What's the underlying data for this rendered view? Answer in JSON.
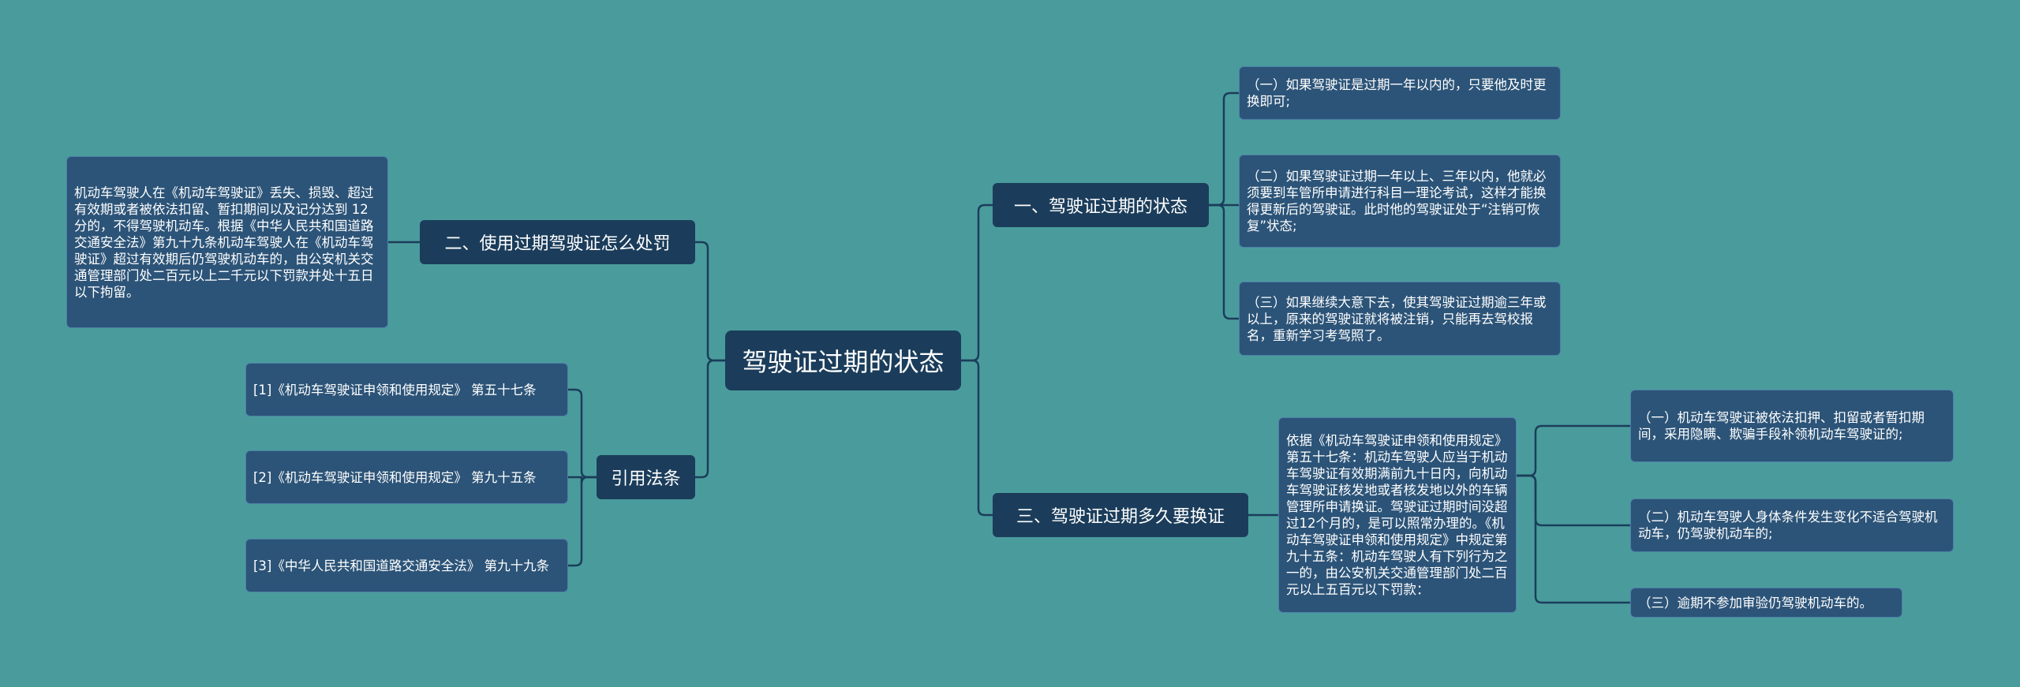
{
  "root": {
    "label": "驾驶证过期的状态"
  },
  "branches": {
    "b1": {
      "label": "一、驾驶证过期的状态",
      "items": [
        "（一）如果驾驶证是过期一年以内的，只要他及时更换即可;",
        "（二）如果驾驶证过期一年以上、三年以内，他就必须要到车管所申请进行科目一理论考试，这样才能换得更新后的驾驶证。此时他的驾驶证处于“注销可恢复”状态;",
        "（三）如果继续大意下去，使其驾驶证过期逾三年或以上，原来的驾驶证就将被注销，只能再去驾校报名，重新学习考驾照了。"
      ]
    },
    "b2": {
      "label": "二、使用过期驾驶证怎么处罚",
      "detail": "机动车驾驶人在《机动车驾驶证》丢失、损毁、超过有效期或者被依法扣留、暂扣期间以及记分达到 12 分的，不得驾驶机动车。根据《中华人民共和国道路交通安全法》第九十九条机动车驾驶人在《机动车驾驶证》超过有效期后仍驾驶机动车的，由公安机关交通管理部门处二百元以上二千元以下罚款并处十五日以下拘留。"
    },
    "b3": {
      "label": "三、驾驶证过期多久要换证",
      "detail": "依据《机动车驾驶证申领和使用规定》第五十七条：机动车驾驶人应当于机动车驾驶证有效期满前九十日内，向机动车驾驶证核发地或者核发地以外的车辆管理所申请换证。驾驶证过期时间没超过12个月的，是可以照常办理的。《机动车驾驶证申领和使用规定》中规定第九十五条：机动车驾驶人有下列行为之一的，由公安机关交通管理部门处二百元以上五百元以下罚款：",
      "items": [
        "（一）机动车驾驶证被依法扣押、扣留或者暂扣期间，采用隐瞒、欺骗手段补领机动车驾驶证的;",
        "（二）机动车驾驶人身体条件发生变化不适合驾驶机动车，仍驾驶机动车的;",
        "（三）逾期不参加审验仍驾驶机动车的。"
      ]
    },
    "b4": {
      "label": "引用法条",
      "items": [
        "[1]《机动车驾驶证申领和使用规定》 第五十七条",
        "[2]《机动车驾驶证申领和使用规定》 第九十五条",
        "[3]《中华人民共和国道路交通安全法》 第九十九条"
      ]
    }
  },
  "colors": {
    "background": "#4a9c9c",
    "node_dark": "#1b3d5b",
    "node_leaf": "#2c5478",
    "line": "#1b3d5b"
  }
}
